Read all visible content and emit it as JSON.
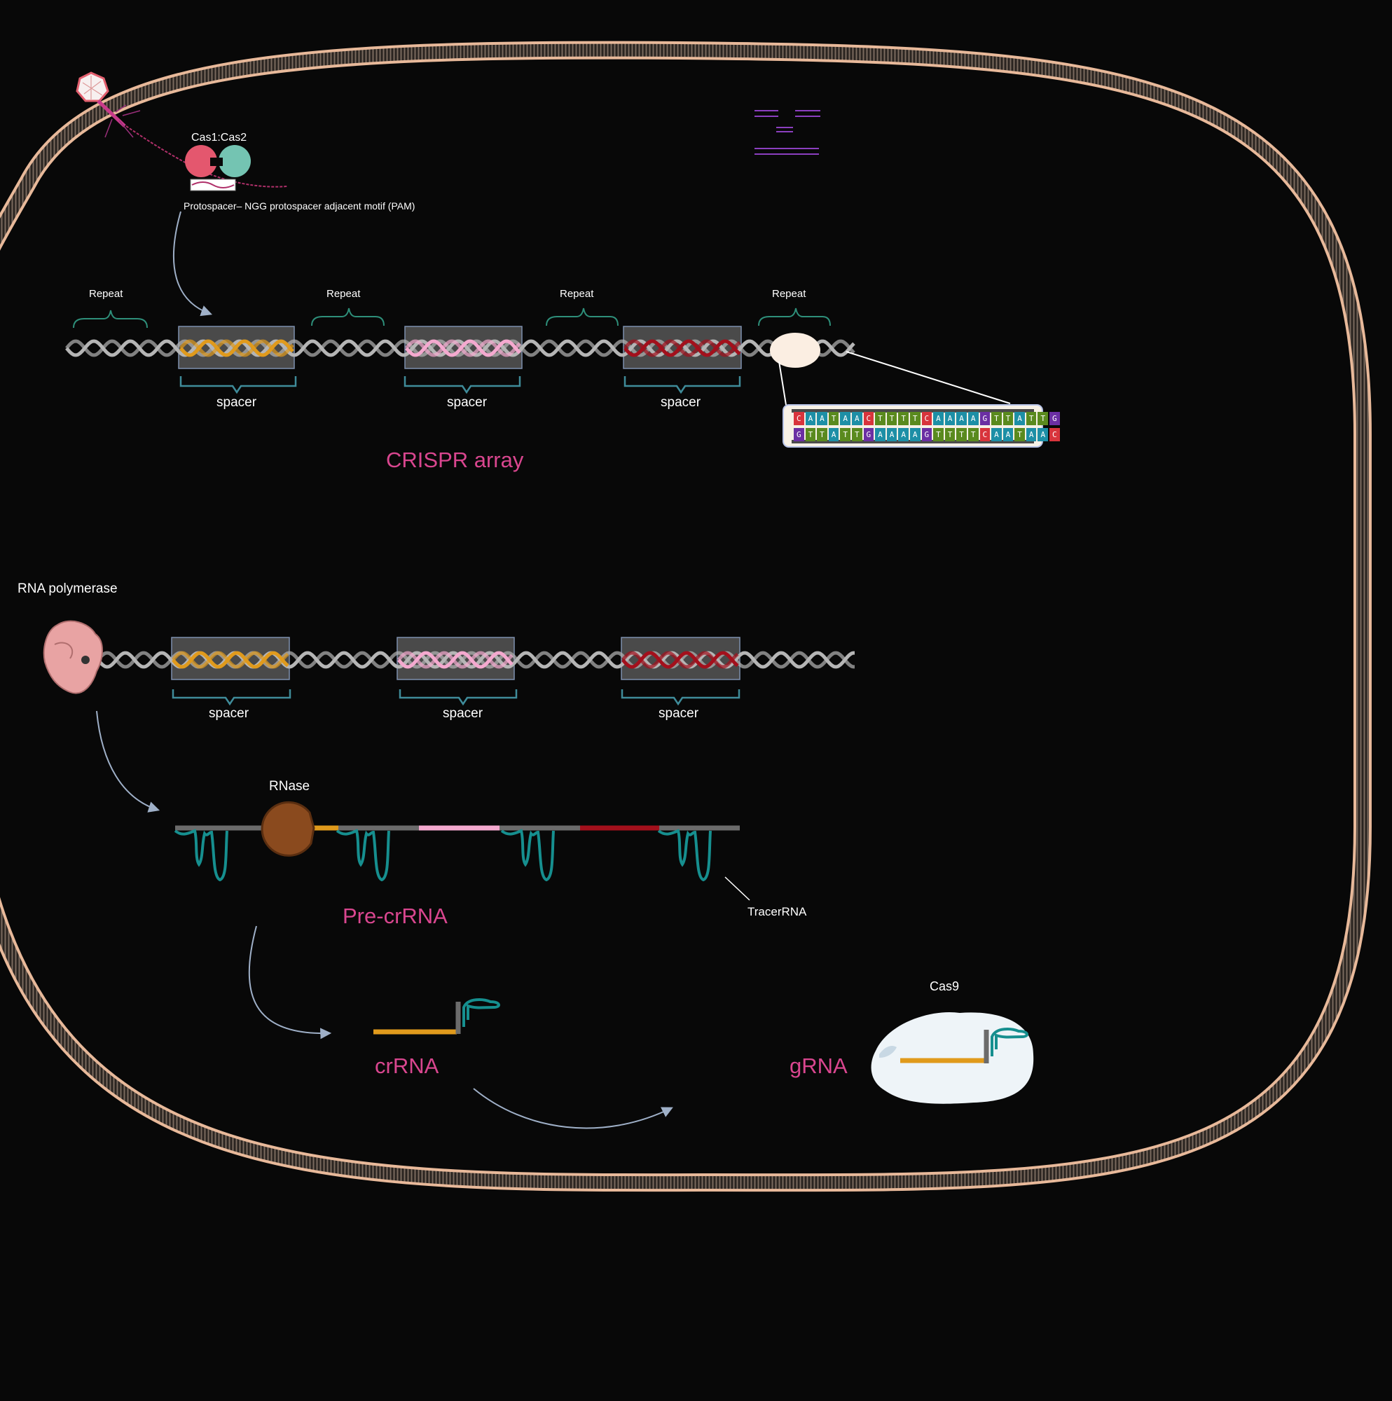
{
  "labels": {
    "cas1_cas2": "Cas1:Cas2",
    "protospacer": "Protospacer– NGG protospacer adjacent motif (PAM)",
    "repeat": "Repeat",
    "spacer": "spacer",
    "crispr_array": "CRISPR array",
    "rna_polymerase": "RNA polymerase",
    "rnase": "RNase",
    "pre_crrna": "Pre-crRNA",
    "tracerrna": "TracerRNA",
    "crrna": "crRNA",
    "cas9": "Cas9",
    "grna": "gRNA"
  },
  "sequence": {
    "top": [
      "C",
      "A",
      "A",
      "T",
      "A",
      "A",
      "C",
      "T",
      "T",
      "T",
      "T",
      "C",
      "A",
      "A",
      "A",
      "A",
      "G",
      "T",
      "T",
      "A",
      "T",
      "T",
      "G"
    ],
    "bottom": [
      "G",
      "T",
      "T",
      "A",
      "T",
      "T",
      "G",
      "A",
      "A",
      "A",
      "A",
      "G",
      "T",
      "T",
      "T",
      "T",
      "C",
      "A",
      "A",
      "T",
      "A",
      "A",
      "C"
    ]
  },
  "colors": {
    "background": "#080808",
    "membrane": "#e8b99a",
    "title_pink": "#d9468f",
    "spacer_orange": "#e09a1c",
    "spacer_pink": "#f4a9cf",
    "spacer_red": "#a3101c",
    "tracr_teal": "#168f8f",
    "base_A": "#1d8fa6",
    "base_T": "#5a8a1e",
    "base_G": "#6b2fa3",
    "base_C": "#d8343c"
  },
  "icons": [
    "bacteriophage-icon",
    "cas1-cas2-complex-icon",
    "rna-polymerase-icon",
    "rnase-icon",
    "cas9-icon"
  ]
}
